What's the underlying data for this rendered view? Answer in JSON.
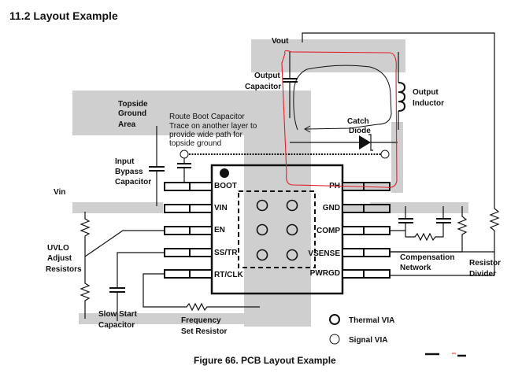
{
  "section_title": "11.2   Layout Example",
  "figure_caption": "Figure 66.  PCB Layout Example",
  "labels": {
    "vout": "Vout",
    "output_capacitor": [
      "Output",
      "Capacitor"
    ],
    "output_inductor": [
      "Output",
      "Inductor"
    ],
    "catch_diode": [
      "Catch",
      "Diode"
    ],
    "topside_ground_area": [
      "Topside",
      "Ground",
      "Area"
    ],
    "boot_note": [
      "Route Boot Capacitor",
      "Trace on another layer to",
      "provide wide path for",
      "topside ground"
    ],
    "input_bypass_capacitor": [
      "Input",
      "Bypass",
      "Capacitor"
    ],
    "vin": "Vin",
    "uvlo_adjust_resistors": [
      "UVLO",
      "Adjust",
      "Resistors"
    ],
    "slow_start_capacitor": [
      "Slow Start",
      "Capacitor"
    ],
    "frequency_set_resistor": [
      "Frequency",
      "Set Resistor"
    ],
    "compensation_network": [
      "Compensation",
      "Network"
    ],
    "resistor_divider": [
      "Resistor",
      "Divider"
    ]
  },
  "ic_pins": {
    "left": [
      "BOOT",
      "VIN",
      "EN",
      "SS/TR",
      "RT/CLK"
    ],
    "right": [
      "PH",
      "GND",
      "COMP",
      "VSENSE",
      "PWRGD"
    ]
  },
  "legend": {
    "thermal_via": "Thermal VIA",
    "signal_via": "Signal VIA"
  },
  "annotation_colors": {
    "red_outline": "#e0202a",
    "black_loop": "#111111"
  }
}
